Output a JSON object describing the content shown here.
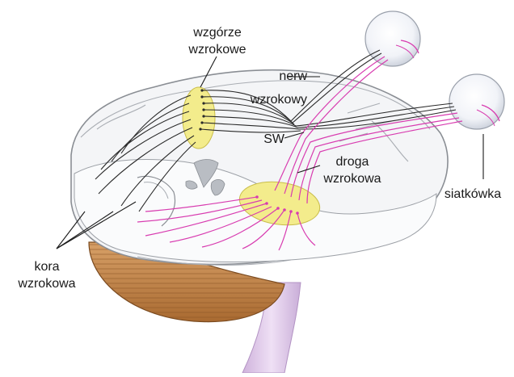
{
  "colors": {
    "pathway_pink": "#d83cb0",
    "pathway_black": "#2a2a2a",
    "thalamus_fill": "#f3ec8c",
    "brainstem": "#e7cff0",
    "cerebellum": "#c88a48",
    "brain_fill": "#f4f5f7",
    "brain_outline": "#8a8e94"
  },
  "labels": {
    "thalamus": [
      "wzgórze",
      "wzrokowe"
    ],
    "optic_nerve": [
      "nerw",
      "wzrokowy"
    ],
    "chiasm": "SW",
    "optic_tract": [
      "droga",
      "wzrokowa"
    ],
    "retina": "siatkówka",
    "visual_cortex": [
      "kora",
      "wzrokowa"
    ]
  }
}
